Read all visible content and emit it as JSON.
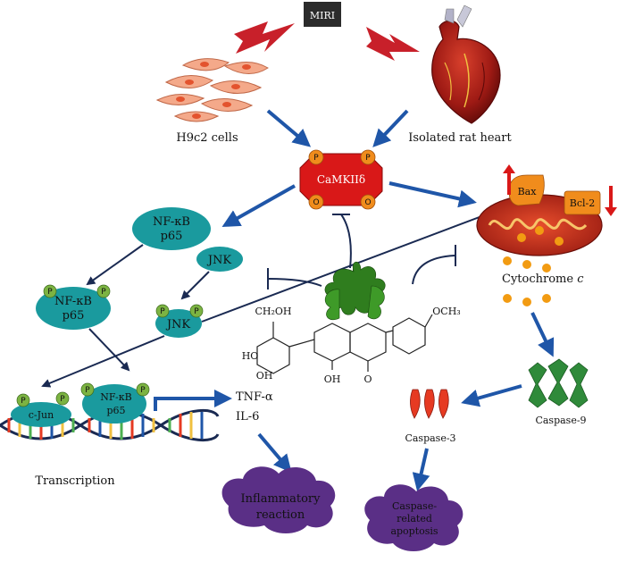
{
  "header": {
    "miri_label": "MIRI"
  },
  "sources": {
    "cells_label": "H9c2 cells",
    "heart_label": "Isolated rat heart"
  },
  "kinase": {
    "name": "CaMKIIδ",
    "p_label": "P",
    "o_label": "O"
  },
  "nfkb": {
    "label_line1": "NF-κB",
    "label_line2": "p65"
  },
  "nfkb_p": {
    "label_line1": "NF-κB",
    "label_line2": "p65"
  },
  "jnk": {
    "label": "JNK"
  },
  "jnk_p": {
    "label": "JNK"
  },
  "cjun": {
    "label": "c-Jun"
  },
  "nucleus_nfkb": {
    "label_line1": "NF-κB",
    "label_line2": "p65"
  },
  "phospho_label": "P",
  "cytokines": {
    "line1": "TNF-α",
    "line2": "IL-6"
  },
  "transcription": "Transcription",
  "inflammation": {
    "line1": "Inflammatory",
    "line2": "reaction"
  },
  "mito": {
    "bax": "Bax",
    "bcl2": "Bcl-2",
    "cytochrome": "Cytochrome",
    "cytochrome_italic": "c"
  },
  "caspase9": "Caspase-9",
  "caspase3": "Caspase-3",
  "apoptosis": {
    "line1": "Caspase-",
    "line2": "related",
    "line3": "apoptosis"
  },
  "molecule": {
    "ch2oh": "CH₂OH",
    "och3": "OCH₃",
    "oh": "OH",
    "o": "O",
    "ho": "HO"
  },
  "colors": {
    "arrow_blue": "#1f56a8",
    "teal": "#1a9a9e",
    "red_kinase": "#d91818",
    "orange": "#f08c1c",
    "purple": "#5a2f86",
    "green_p": "#7cb342"
  }
}
